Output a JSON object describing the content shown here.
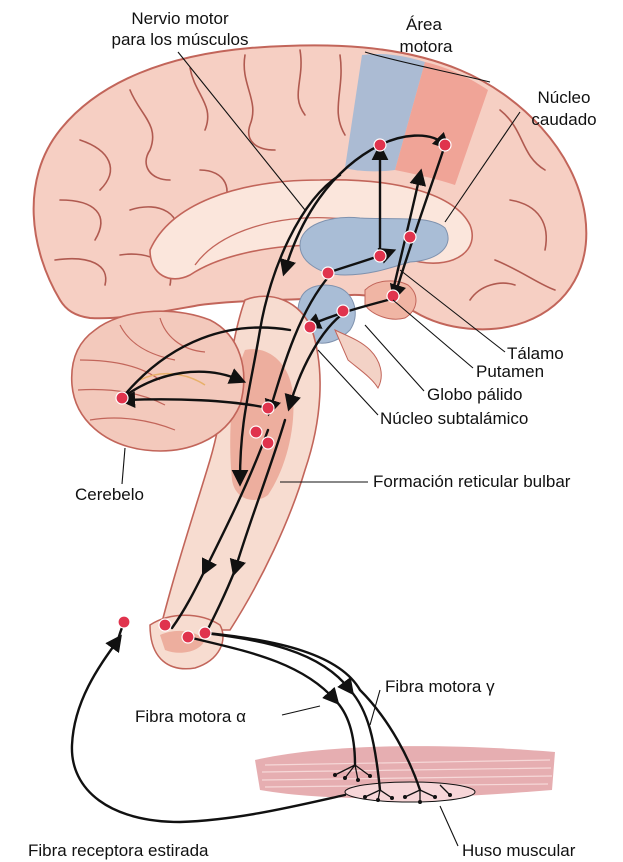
{
  "labels": {
    "motor_nerve": [
      "Nervio motor",
      "para los músculos"
    ],
    "motor_area": [
      "Área",
      "motora"
    ],
    "caudate": [
      "Núcleo",
      "caudado"
    ],
    "thalamus": "Tálamo",
    "putamen": "Putamen",
    "globus_pallidus": "Globo pálido",
    "subthalamic": "Núcleo subtalámico",
    "cerebellum": "Cerebelo",
    "reticular": "Formación reticular bulbar",
    "gamma_fiber": "Fibra motora γ",
    "alpha_fiber": "Fibra motora α",
    "stretch_fiber": "Fibra receptora estirada",
    "spindle": "Huso muscular"
  },
  "colors": {
    "cortex": "#f6cfc3",
    "cortex_edge": "#c2655a",
    "inner_white": "#fbe6dc",
    "motor_blue": "#a7b9d4",
    "motor_pink": "#ef9f92",
    "basal_blue": "#a9bdd6",
    "brainstem": "#f7dcd0",
    "reticular": "#eba898",
    "cerebellum": "#f3c9bc",
    "muscle": "#e2a0a3",
    "node": "#e0334d",
    "fiber": "#111111"
  }
}
